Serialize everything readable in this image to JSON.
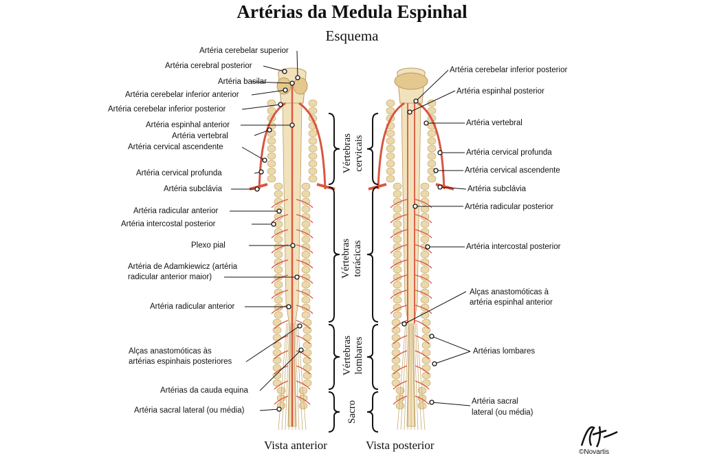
{
  "title": "Artérias da Medula Espinhal",
  "subtitle": "Esquema",
  "views": {
    "anterior": "Vista anterior",
    "posterior": "Vista posterior"
  },
  "regions": {
    "cervical": [
      "Vértebras",
      "cervicais"
    ],
    "toracica": [
      "Vértebras",
      "torácicas"
    ],
    "lombar": [
      "Vértebras",
      "lombares"
    ],
    "sacro": "Sacro"
  },
  "labels_anterior": [
    "Artéria cerebelar superior",
    "Artéria cerebral posterior",
    "Artéria basilar",
    "Artéria cerebelar inferior anterior",
    "Artéria cerebelar inferior posterior",
    "Artéria espinhal anterior",
    "Artéria vertebral",
    "Artéria cervical ascendente",
    "Artéria cervical profunda",
    "Artéria subclávia",
    "Artéria radicular anterior",
    "Artéria intercostal posterior",
    "Plexo pial",
    "Artéria de Adamkiewicz (artéria",
    "radicular anterior maior)",
    "Artéria radicular anterior",
    "Alças anastomóticas às",
    "artérias espinhais posteriores",
    "Artérias da cauda equina",
    "Artéria sacral lateral (ou média)"
  ],
  "labels_posterior": [
    "Artéria cerebelar inferior posterior",
    "Artéria espinhal posterior",
    "Artéria vertebral",
    "Artéria cervical profunda",
    "Artéria cervical ascendente",
    "Artéria subclávia",
    "Artéria radicular posterior",
    "Artéria intercostal posterior",
    "Alças anastomóticas à",
    "artéria espinhal anterior",
    "Artérias lombares",
    "Artéria sacral",
    "lateral (ou média)"
  ],
  "credit": "©Novartis",
  "colors": {
    "artery": "#d9553f",
    "vertebra": "#ecd9aa",
    "cord": "#f2e2bc",
    "outline": "#b89a62"
  }
}
